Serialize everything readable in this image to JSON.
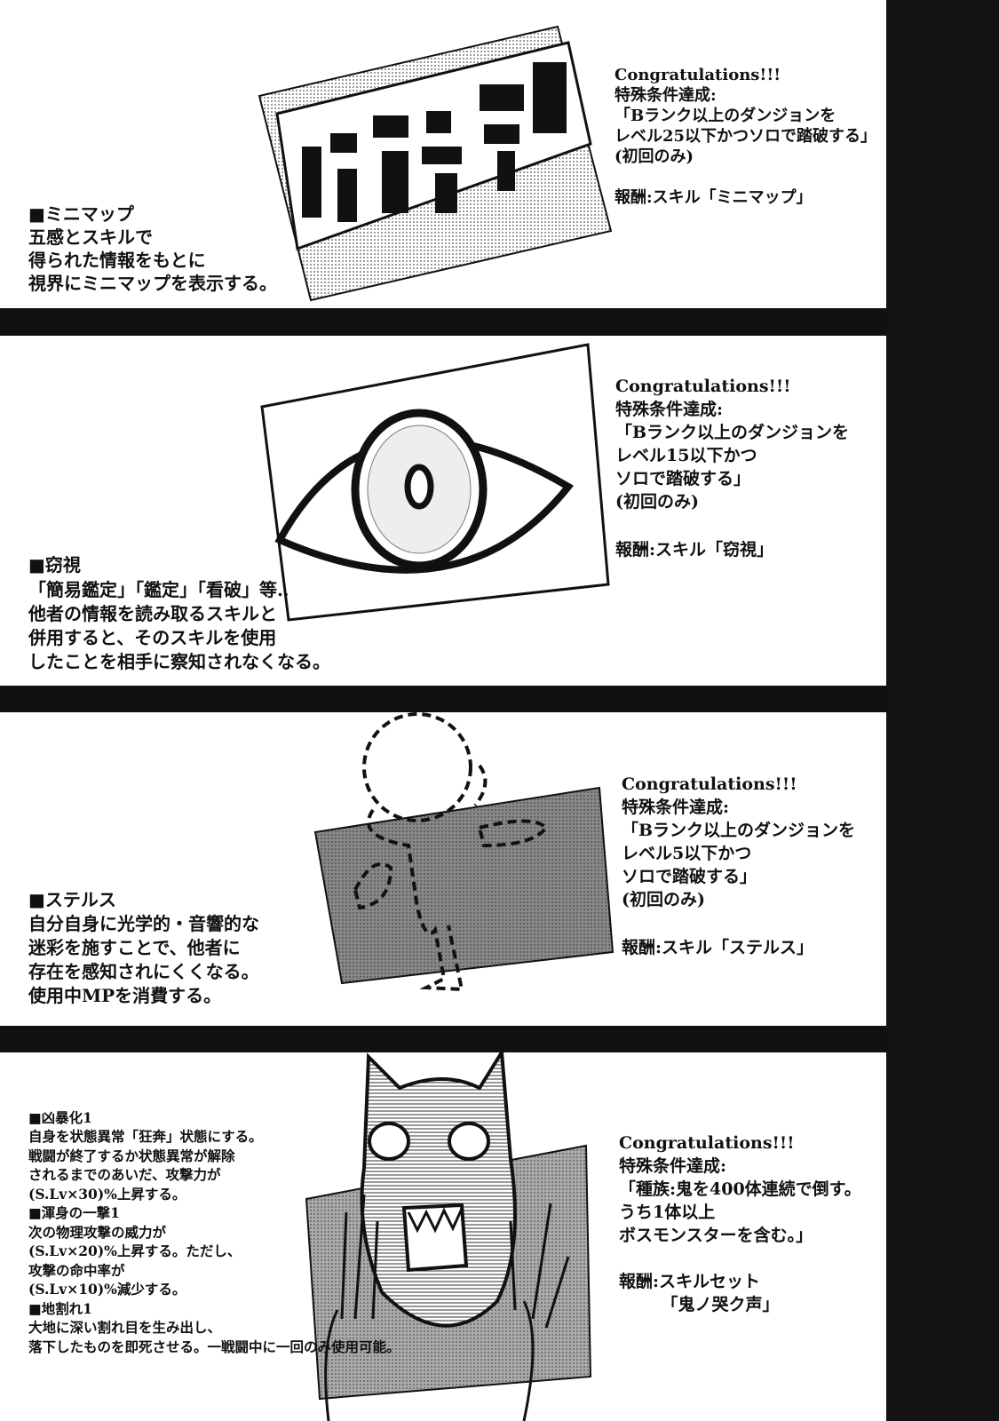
{
  "panels": [
    {
      "skill_title": "■ミニマップ",
      "description": [
        "五感とスキルで",
        "得られた情報をもとに",
        "視界にミニマップを表示する。"
      ],
      "congrats": "Congratulations!!!",
      "condition_label": "特殊条件達成:",
      "condition": [
        "「Bランク以上のダンジョンを",
        "レベル25以下かつソロで踏破する」",
        "(初回のみ)"
      ],
      "reward": "報酬:スキル「ミニマップ」"
    },
    {
      "skill_title": "■窃視",
      "description": [
        "「簡易鑑定」「鑑定」「看破」等‥",
        "他者の情報を読み取るスキルと",
        "併用すると、そのスキルを使用",
        "したことを相手に察知されなくなる。"
      ],
      "congrats": "Congratulations!!!",
      "condition_label": "特殊条件達成:",
      "condition": [
        "「Bランク以上のダンジョンを",
        "レベル15以下かつ",
        "ソロで踏破する」",
        "(初回のみ)"
      ],
      "reward": "報酬:スキル「窃視」"
    },
    {
      "skill_title": "■ステルス",
      "description": [
        "自分自身に光学的・音響的な",
        "迷彩を施すことで、他者に",
        "存在を感知されにくくなる。",
        "使用中MPを消費する。"
      ],
      "congrats": "Congratulations!!!",
      "condition_label": "特殊条件達成:",
      "condition": [
        "「Bランク以上のダンジョンを",
        "レベル5以下かつ",
        "ソロで踏破する」",
        "(初回のみ)"
      ],
      "reward": "報酬:スキル「ステルス」"
    },
    {
      "description": [
        "■凶暴化1",
        "自身を状態異常「狂奔」状態にする。",
        "戦闘が終了するか状態異常が解除",
        "されるまでのあいだ、攻撃力が",
        "(S.Lv×30)%上昇する。",
        "■渾身の一撃1",
        "次の物理攻撃の威力が",
        "(S.Lv×20)%上昇する。ただし、",
        "攻撃の命中率が",
        "(S.Lv×10)%減少する。",
        "■地割れ1",
        "大地に深い割れ目を生み出し、",
        "落下したものを即死させる。一戦闘中に一回のみ使用可能。"
      ],
      "congrats": "Congratulations!!!",
      "condition_label": "特殊条件達成:",
      "condition": [
        "「種族:鬼を400体連続で倒す。",
        "うち1体以上",
        "ボスモンスターを含む。」"
      ],
      "reward": [
        "報酬:スキルセット",
        "　　　「鬼ノ哭ク声」"
      ]
    }
  ]
}
